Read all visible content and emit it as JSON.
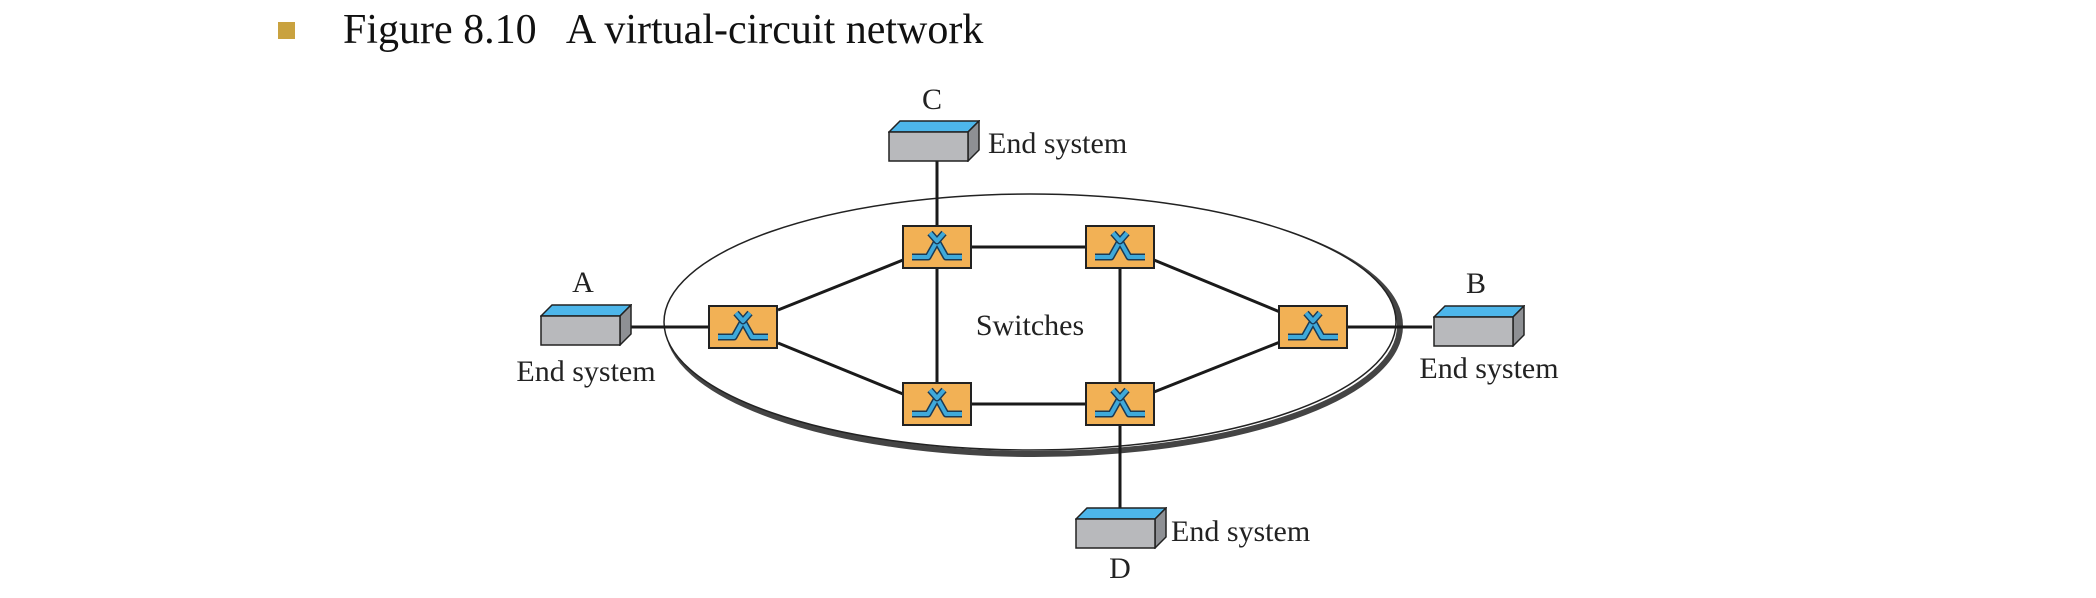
{
  "slide": {
    "bullet_color": "#C9A23F",
    "figure_title": "Figure 8.10   A virtual-circuit network"
  },
  "diagram": {
    "cloud_label": "Switches",
    "end_systems": {
      "A": {
        "letter": "A",
        "label": "End system"
      },
      "B": {
        "letter": "B",
        "label": "End system"
      },
      "C": {
        "letter": "C",
        "label": "End system"
      },
      "D": {
        "letter": "D",
        "label": "End system"
      }
    },
    "switch_count": 6,
    "colors": {
      "switch_fill": "#F2B155",
      "switch_symbol": "#3FA9DA",
      "host_top": "#4DB6EA",
      "host_front": "#B8B9BC",
      "host_side": "#8E9094",
      "link": "#1a1a1a"
    }
  }
}
